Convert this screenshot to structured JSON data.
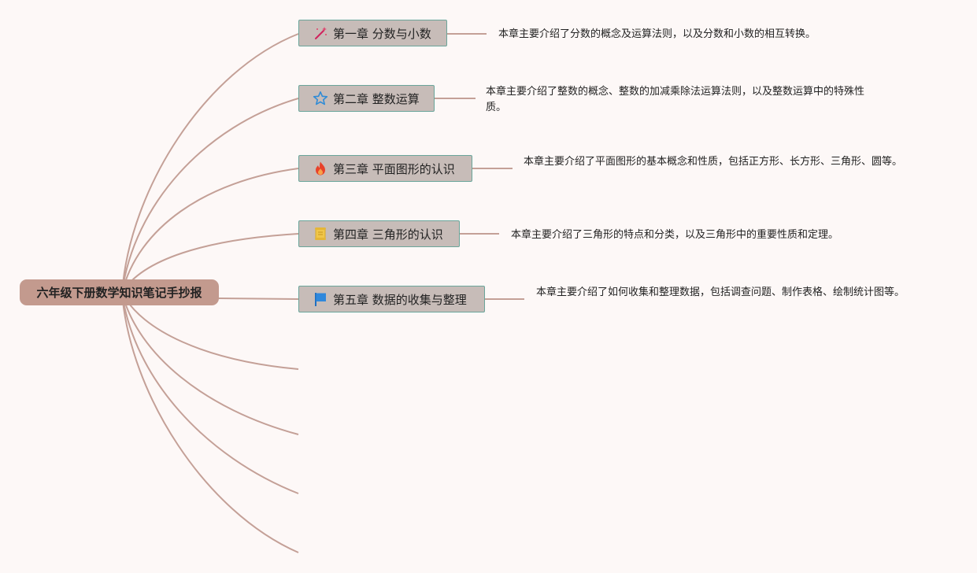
{
  "root": {
    "label": "六年级下册数学知识笔记手抄报"
  },
  "chapters": [
    {
      "label": "第一章 分数与小数",
      "icon": "magic-wand-icon",
      "note": "本章主要介绍了分数的概念及运算法则，以及分数和小数的相互转换。"
    },
    {
      "label": "第二章 整数运算",
      "icon": "star-icon",
      "note": "本章主要介绍了整数的概念、整数的加减乘除法运算法则，以及整数运算中的特殊性质。"
    },
    {
      "label": "第三章 平面图形的认识",
      "icon": "fire-icon",
      "note": "本章主要介绍了平面图形的基本概念和性质，包括正方形、长方形、三角形、圆等。"
    },
    {
      "label": "第四章 三角形的认识",
      "icon": "scroll-icon",
      "note": "本章主要介绍了三角形的特点和分类，以及三角形中的重要性质和定理。"
    },
    {
      "label": "第五章 数据的收集与整理",
      "icon": "flag-icon",
      "note": "本章主要介绍了如何收集和整理数据，包括调查问题、制作表格、绘制统计图等。"
    }
  ],
  "colors": {
    "background": "#fdf8f7",
    "root_fill": "#c39a8e",
    "node_fill": "#c7bcb8",
    "node_border": "#6aa59a",
    "connector": "#c4a097"
  }
}
